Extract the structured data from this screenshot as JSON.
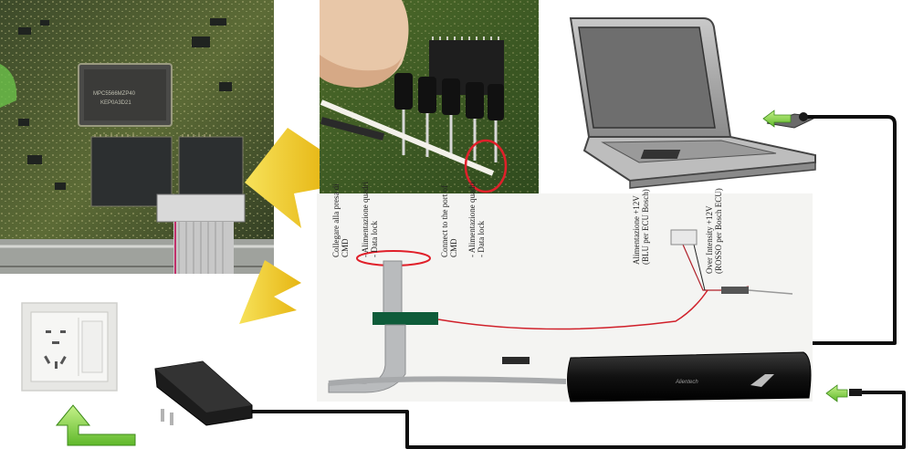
{
  "labels": {
    "connector_1": "Collegare alla presa di\nCMD",
    "connector_2": "- Alimentazione quadri\n- Data lock",
    "connector_3": "Connect to the port of\nCMD",
    "connector_4": "- Alimentazione quadri\n- Data lock",
    "supply_1": "Alimentazione +12V\n(BLU per ECU Bosch)",
    "supply_2": "Over Intensity +12V\n(ROSSO per Bosch ECU)"
  },
  "device": {
    "brand": "Alientech"
  },
  "chip": {
    "marking": "MPC5566MZP40\nKEP0A3D21"
  }
}
